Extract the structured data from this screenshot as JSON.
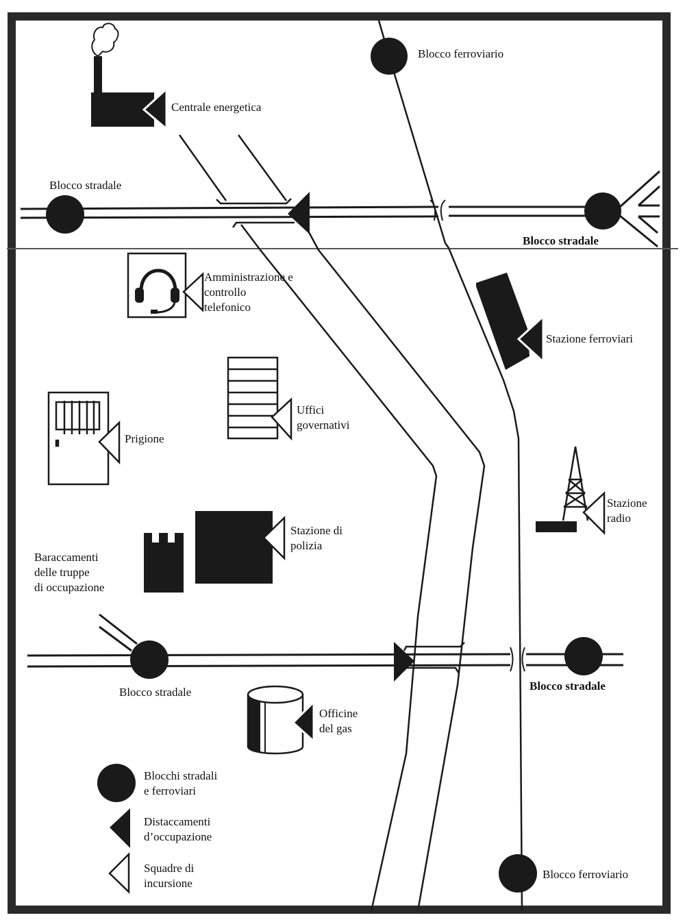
{
  "title": "Mappa schematica degli obiettivi urbani",
  "colors": {
    "ink": "#1a1a1a",
    "paper": "#ffffff",
    "frame": "#2a2a2a"
  },
  "locations": {
    "power_plant": {
      "label": "Centrale energetica",
      "marker": "distaccamento-occupazione"
    },
    "phone_admin": {
      "label": "Amministrazione e\ncontrollo\ntelefonico",
      "marker": "squadra-incursione"
    },
    "railway_station": {
      "label": "Stazione ferroviari",
      "marker": "distaccamento-occupazione"
    },
    "gov_offices": {
      "label": "Uffici\ngovernativi",
      "marker": "squadra-incursione"
    },
    "prison": {
      "label": "Prigione",
      "marker": "squadra-incursione"
    },
    "radio_station": {
      "label": "Stazione\nradio",
      "marker": "squadra-incursione"
    },
    "police_station": {
      "label": "Stazione di\npolizia",
      "marker": "squadra-incursione"
    },
    "barracks": {
      "label": "Baraccamenti\ndelle truppe\ndi occupazione"
    },
    "gas_works": {
      "label": "Officine\ndel gas",
      "marker": "distaccamento-occupazione"
    }
  },
  "blocks": {
    "rail_block_top": "Blocco ferroviario",
    "road_block_top_left": "Blocco stradale",
    "road_block_top_right": "Blocco stradale",
    "road_block_bottom_left": "Blocco stradale",
    "road_block_bottom_right": "Blocco stradale",
    "rail_block_bottom": "Blocco ferroviario"
  },
  "legend": [
    {
      "symbol": "filled-circle",
      "label": "Blocchi stradali\ne ferroviari"
    },
    {
      "symbol": "filled-triangle",
      "label": "Distaccamenti\nd’occupazione"
    },
    {
      "symbol": "outline-triangle",
      "label": "Squadre di\nincursione"
    }
  ]
}
